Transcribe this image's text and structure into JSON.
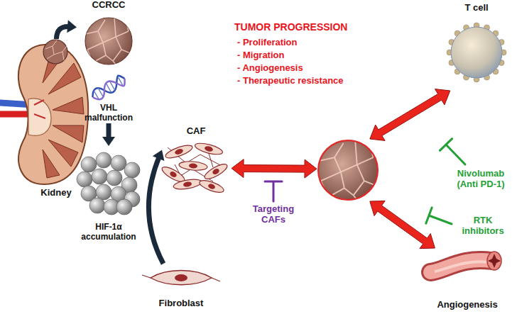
{
  "diagram": {
    "nodes": [
      {
        "text": [
          "Kidney"
        ]
      },
      {
        "text": [
          "CCRCC"
        ]
      },
      {
        "text": [
          "VHL malfunction"
        ]
      },
      {
        "text": [
          "HIF-1α accumulation"
        ]
      },
      {
        "text": [
          "CAF"
        ]
      },
      {
        "text": [
          "Fibroblast"
        ]
      },
      {
        "text": []
      },
      {
        "text": [
          "T cell"
        ]
      },
      {
        "text": [
          "Angiogenesis"
        ]
      }
    ],
    "edges": [
      {
        "from": 0,
        "to": 1,
        "arrow": "to"
      },
      {
        "from": 2,
        "to": 3,
        "arrow": "to"
      },
      {
        "from": 5,
        "to": 4,
        "arrow": "to"
      },
      {
        "from": 4,
        "to": 6,
        "arrow": "both"
      },
      {
        "from": 6,
        "to": 7,
        "arrow": "both"
      },
      {
        "from": 6,
        "to": 8,
        "arrow": "both"
      }
    ],
    "labels": [
      "TUMOR PROGRESSION",
      "- Proliferation",
      "- Migration",
      "- Angiogenesis",
      "- Therapeutic resistance",
      "Targeting CAFs",
      "Nivolumab (Anti PD-1)",
      "RTK inhibitors"
    ]
  }
}
